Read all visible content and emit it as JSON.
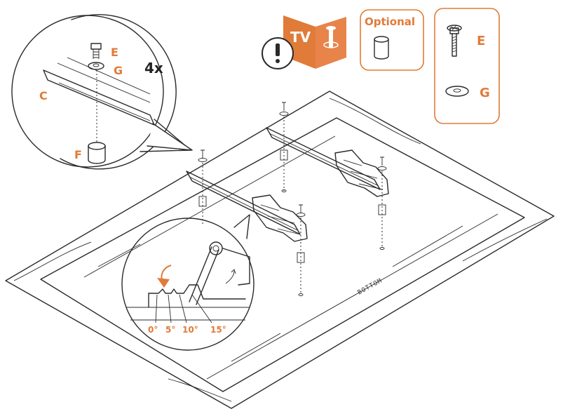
{
  "labels": {
    "part_e": "E",
    "part_g": "G",
    "part_c": "C",
    "part_f": "F",
    "quantity": "4x",
    "tv_card": "TV",
    "optional": "Optional",
    "inventory_e": "E",
    "inventory_g": "G",
    "bottom": "BOTTOM"
  },
  "tilt_angles": [
    "0°",
    "5°",
    "10°",
    "15°"
  ],
  "colors": {
    "accent": "#e07b39",
    "line": "#2a2a2a",
    "background": "#ffffff"
  }
}
